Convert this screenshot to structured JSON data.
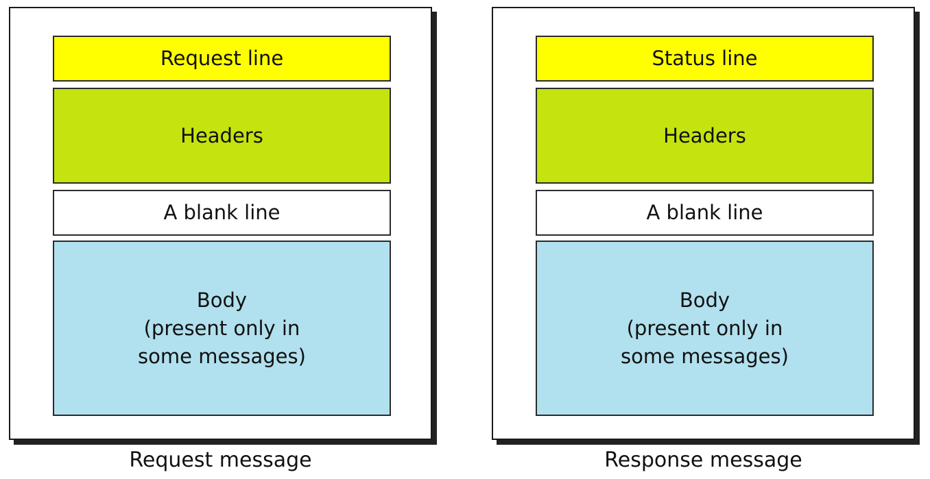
{
  "request": {
    "start_line": "Request line",
    "headers": "Headers",
    "blank_line": "A blank line",
    "body": "Body\n(present only in\nsome messages)",
    "caption": "Request message"
  },
  "response": {
    "start_line": "Status line",
    "headers": "Headers",
    "blank_line": "A blank line",
    "body": "Body\n(present only in\nsome messages)",
    "caption": "Response message"
  },
  "colors": {
    "start_line": "#ffff00",
    "headers": "#c5e30f",
    "blank_line": "#ffffff",
    "body": "#b1e0ee"
  }
}
